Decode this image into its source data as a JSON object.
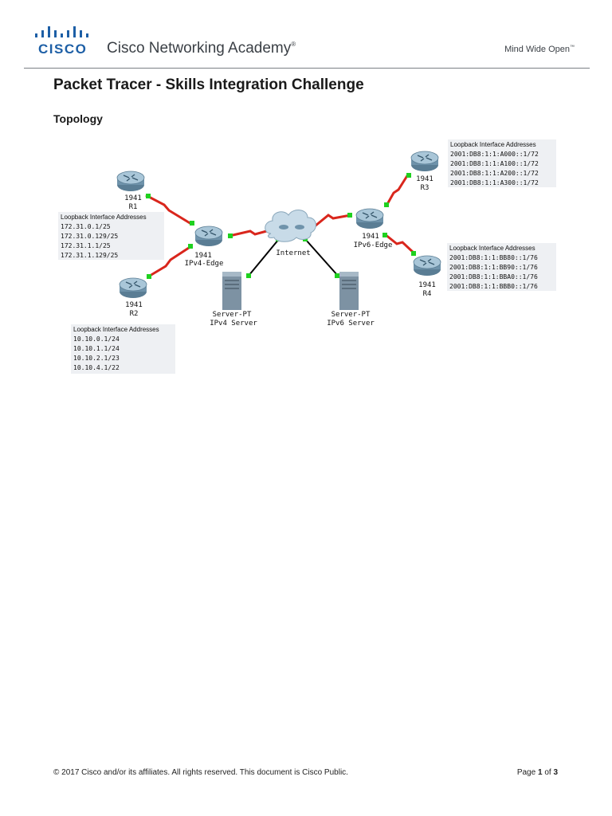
{
  "header": {
    "logo_text": "CISCO",
    "academy_name": "Cisco Networking Academy",
    "trademark": "®",
    "tagline": "Mind Wide Open",
    "tagline_mark": "™"
  },
  "title": "Packet Tracer - Skills Integration Challenge",
  "section_heading": "Topology",
  "topology": {
    "devices": {
      "r1": {
        "model": "1941",
        "name": "R1"
      },
      "r2": {
        "model": "1941",
        "name": "R2"
      },
      "r3": {
        "model": "1941",
        "name": "R3"
      },
      "r4": {
        "model": "1941",
        "name": "R4"
      },
      "ipv4_edge": {
        "model": "1941",
        "name": "IPv4-Edge"
      },
      "ipv6_edge": {
        "model": "1941",
        "name": "IPv6-Edge"
      },
      "internet": {
        "name": "Internet"
      },
      "ipv4_server": {
        "model": "Server-PT",
        "name": "IPv4 Server"
      },
      "ipv6_server": {
        "model": "Server-PT",
        "name": "IPv6 Server"
      }
    },
    "loopback_boxes": {
      "r1": {
        "heading": "Loopback Interface Addresses",
        "addresses": [
          "172.31.0.1/25",
          "172.31.0.129/25",
          "172.31.1.1/25",
          "172.31.1.129/25"
        ]
      },
      "r2": {
        "heading": "Loopback Interface Addresses",
        "addresses": [
          "10.10.0.1/24",
          "10.10.1.1/24",
          "10.10.2.1/23",
          "10.10.4.1/22"
        ]
      },
      "r3": {
        "heading": "Loopback Interface Addresses",
        "addresses": [
          "2001:DB8:1:1:A000::1/72",
          "2001:DB8:1:1:A100::1/72",
          "2001:DB8:1:1:A200::1/72",
          "2001:DB8:1:1:A300::1/72"
        ]
      },
      "r4": {
        "heading": "Loopback Interface Addresses",
        "addresses": [
          "2001:DB8:1:1:BB80::1/76",
          "2001:DB8:1:1:BB90::1/76",
          "2001:DB8:1:1:BBA0::1/76",
          "2001:DB8:1:1:BBB0::1/76"
        ]
      }
    },
    "colors": {
      "serial_link": "#d9261c",
      "ethernet_link": "#000000",
      "port_up": "#1fd11f",
      "router_body": "#7fa6bf"
    }
  },
  "footer": {
    "copyright": "© 2017 Cisco and/or its affiliates. All rights reserved. This document is Cisco Public.",
    "page_word": "Page",
    "page_current": "1",
    "page_of": "of",
    "page_total": "3"
  }
}
